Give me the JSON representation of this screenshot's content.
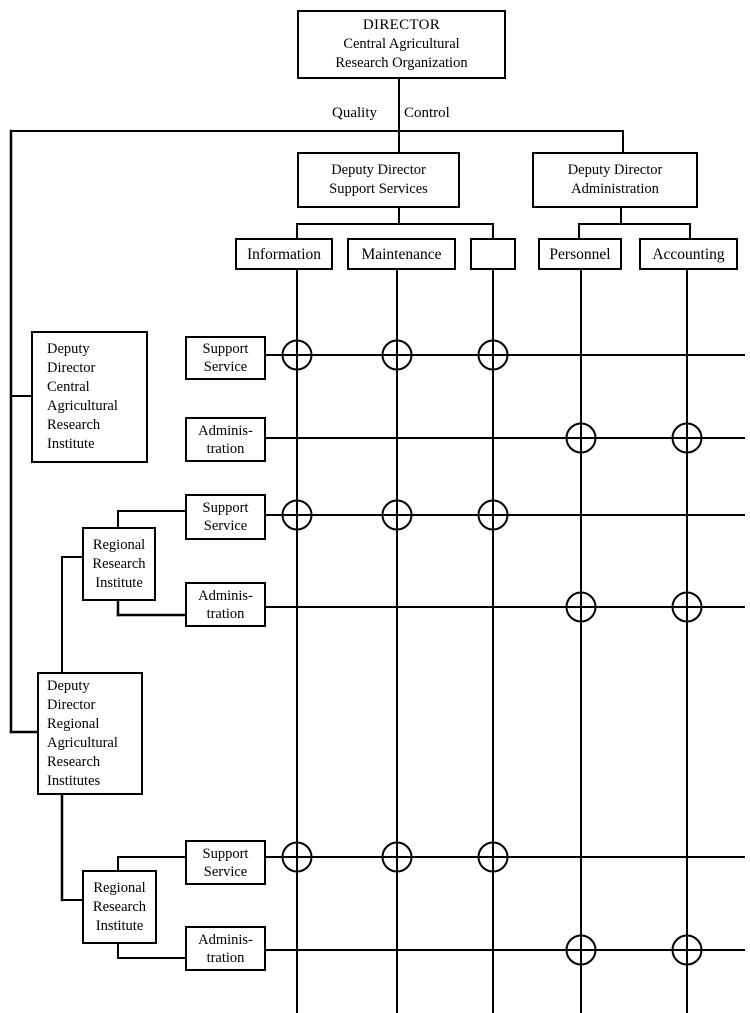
{
  "director": {
    "lines": [
      "DIRECTOR",
      "Central Agricultural",
      "Research Organization"
    ]
  },
  "quality_control": {
    "left": "Quality",
    "right": "Control"
  },
  "deputy_support": {
    "lines": [
      "Deputy Director",
      "Support Services"
    ]
  },
  "deputy_admin": {
    "lines": [
      "Deputy Director",
      "Administration"
    ]
  },
  "departments": [
    {
      "label": "Information"
    },
    {
      "label": "Maintenance"
    },
    {
      "label": ""
    },
    {
      "label": "Personnel"
    },
    {
      "label": "Accounting"
    }
  ],
  "deputy_central": {
    "lines": [
      "Deputy",
      "Director",
      "Central",
      "Agricultural",
      "Research",
      "Institute"
    ]
  },
  "deputy_regional": {
    "lines": [
      "Deputy",
      "Director",
      "Regional",
      "Agricultural",
      "Research",
      "Institutes"
    ]
  },
  "regional_institute": {
    "lines": [
      "Regional",
      "Research",
      "Institute"
    ]
  },
  "unit_boxes": {
    "support": [
      "Support",
      "Service"
    ],
    "admin": [
      "Adminis-",
      "tration"
    ]
  },
  "matrix": {
    "rows": [
      {
        "name": "central-support",
        "type": "support",
        "marks": [
          true,
          true,
          true,
          false,
          false
        ]
      },
      {
        "name": "central-admin",
        "type": "admin",
        "marks": [
          false,
          false,
          false,
          true,
          true
        ]
      },
      {
        "name": "regional1-support",
        "type": "support",
        "marks": [
          true,
          true,
          true,
          false,
          false
        ]
      },
      {
        "name": "regional1-admin",
        "type": "admin",
        "marks": [
          false,
          false,
          false,
          true,
          true
        ]
      },
      {
        "name": "regional2-support",
        "type": "support",
        "marks": [
          true,
          true,
          true,
          false,
          false
        ]
      },
      {
        "name": "regional2-admin",
        "type": "admin",
        "marks": [
          false,
          false,
          false,
          true,
          true
        ]
      }
    ]
  }
}
